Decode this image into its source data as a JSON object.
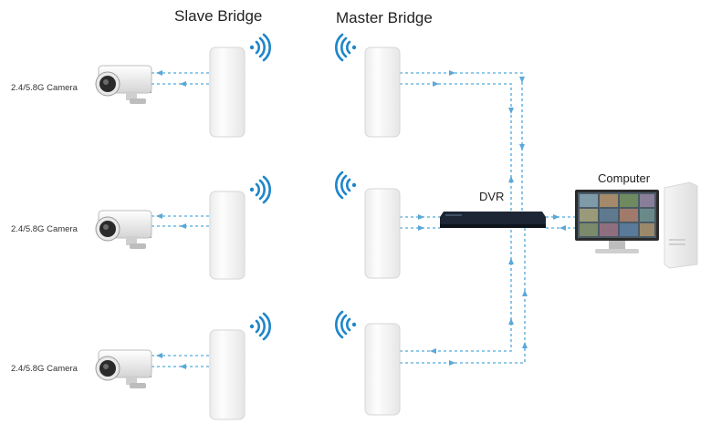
{
  "labels": {
    "slave_bridge": "Slave Bridge",
    "master_bridge": "Master Bridge",
    "dvr": "DVR",
    "computer": "Computer",
    "cameras": [
      "2.4/5.8G Camera",
      "2.4/5.8G Camera",
      "2.4/5.8G Camera"
    ]
  },
  "colors": {
    "link_line": "#6fb7e3",
    "wifi_icon": "#1f86c9",
    "device_body": "#f7f7f7",
    "device_edge": "#d9d9d9",
    "dvr_body": "#1c2634"
  },
  "icons": [
    "wifi-signal-icon",
    "camera-icon",
    "bridge-device-icon",
    "dvr-icon",
    "monitor-icon",
    "pc-tower-icon"
  ]
}
